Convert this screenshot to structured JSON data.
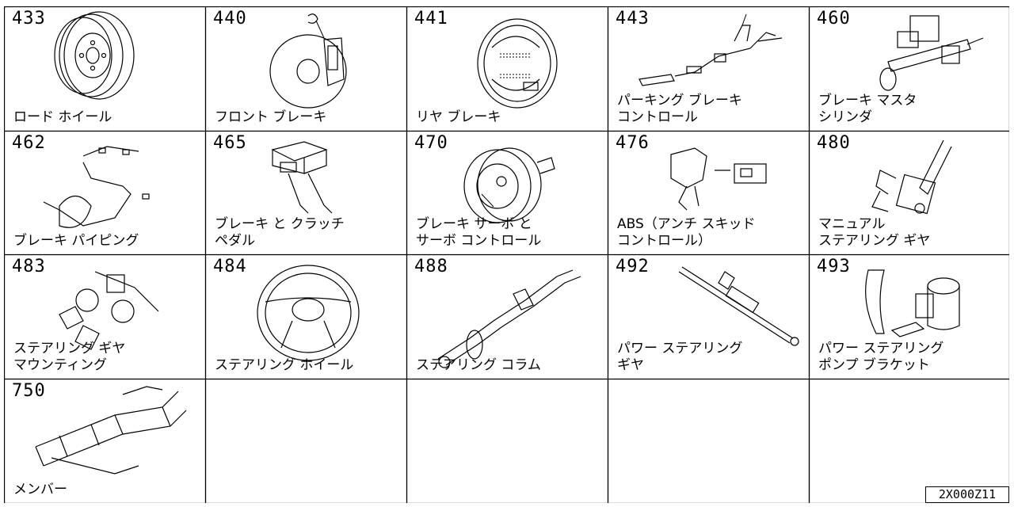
{
  "cells": [
    {
      "code": "433",
      "label": [
        "ロード ホイール"
      ],
      "icon": "wheel-icon"
    },
    {
      "code": "440",
      "label": [
        "フロント ブレーキ"
      ],
      "icon": "front-brake-icon"
    },
    {
      "code": "441",
      "label": [
        "リヤ ブレーキ"
      ],
      "icon": "rear-brake-icon"
    },
    {
      "code": "443",
      "label": [
        "パーキング ブレーキ",
        "コントロール"
      ],
      "icon": "parking-brake-icon"
    },
    {
      "code": "460",
      "label": [
        "ブレーキ マスタ",
        "シリンダ"
      ],
      "icon": "master-cylinder-icon"
    },
    {
      "code": "462",
      "label": [
        "ブレーキ パイピング"
      ],
      "icon": "brake-piping-icon"
    },
    {
      "code": "465",
      "label": [
        "ブレーキ と クラッチ",
        "ペダル"
      ],
      "icon": "pedal-icon"
    },
    {
      "code": "470",
      "label": [
        "ブレーキ サーボ と",
        "サーボ コントロール"
      ],
      "icon": "brake-servo-icon"
    },
    {
      "code": "476",
      "label": [
        "ABS（アンチ スキッド",
        "コントロール）"
      ],
      "icon": "abs-icon"
    },
    {
      "code": "480",
      "label": [
        "マニュアル",
        "ステアリング ギヤ"
      ],
      "icon": "manual-steering-gear-icon"
    },
    {
      "code": "483",
      "label": [
        "ステアリング ギヤ",
        "マウンティング"
      ],
      "icon": "gear-mounting-icon"
    },
    {
      "code": "484",
      "label": [
        "ステアリング ホイール"
      ],
      "icon": "steering-wheel-icon"
    },
    {
      "code": "488",
      "label": [
        "ステアリング コラム"
      ],
      "icon": "steering-column-icon"
    },
    {
      "code": "492",
      "label": [
        "パワー ステアリング",
        "ギヤ"
      ],
      "icon": "power-steering-gear-icon"
    },
    {
      "code": "493",
      "label": [
        "パワー ステアリング",
        "ポンプ ブラケット"
      ],
      "icon": "pump-bracket-icon"
    },
    {
      "code": "750",
      "label": [
        "メンバー"
      ],
      "icon": "member-frame-icon"
    }
  ],
  "footer_code": "2X000Z11"
}
